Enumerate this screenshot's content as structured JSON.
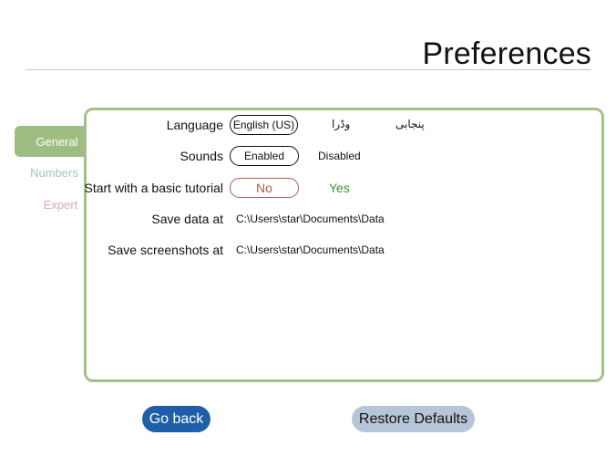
{
  "header": {
    "title": "Preferences"
  },
  "sidebar": {
    "tabs": [
      {
        "label": "General",
        "active": true,
        "color": "#9dbd82"
      },
      {
        "label": "Numbers",
        "active": false,
        "color": "#9cc7c6"
      },
      {
        "label": "Expert",
        "active": false,
        "color": "#e0a9a9"
      }
    ]
  },
  "settings": {
    "language": {
      "label": "Language",
      "options": [
        "English (US)",
        "وڈرا",
        "پنجابی"
      ],
      "selected": "English (US)"
    },
    "sounds": {
      "label": "Sounds",
      "options": [
        "Enabled",
        "Disabled"
      ],
      "selected": "Enabled"
    },
    "tutorial": {
      "label": "Start with a basic tutorial",
      "options": [
        "No",
        "Yes"
      ],
      "selected": "No"
    },
    "save_data": {
      "label": "Save data at",
      "value": "C:\\Users\\star\\Documents\\Data"
    },
    "save_screenshots": {
      "label": "Save screenshots at",
      "value": "C:\\Users\\star\\Documents\\Data"
    }
  },
  "footer": {
    "back_label": "Go back",
    "restore_label": "Restore Defaults"
  },
  "colors": {
    "accent_green": "#a3c08a",
    "primary_blue": "#1f5fa8",
    "secondary_blue": "#b6c6d8",
    "warning_red": "#b05a55",
    "positive_green": "#3f8f3a"
  }
}
